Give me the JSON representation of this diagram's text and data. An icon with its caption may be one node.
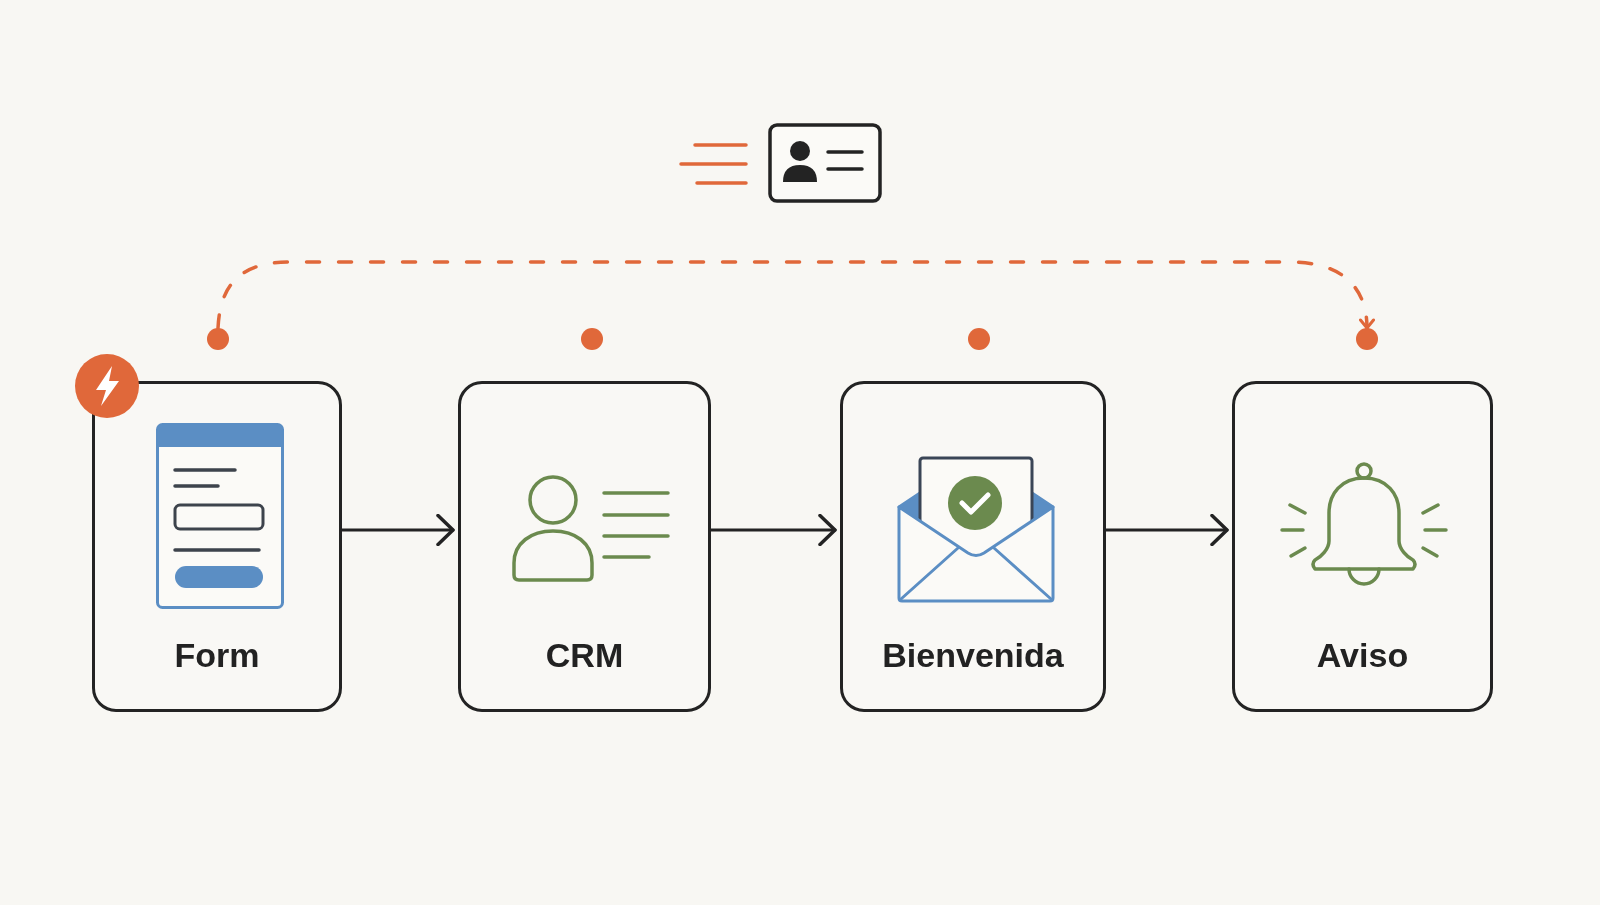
{
  "diagram": {
    "nodes": [
      {
        "text": [],
        "shape": "circle"
      },
      {
        "text": [],
        "shape": "circle"
      },
      {
        "text": [],
        "shape": "circle"
      },
      {
        "text": [],
        "shape": "circle"
      },
      {
        "text": [
          "Form"
        ]
      },
      {
        "text": [
          "CRM"
        ]
      },
      {
        "text": [
          "Bienvenida"
        ]
      },
      {
        "text": [
          "Aviso"
        ]
      }
    ],
    "edges": [
      {
        "from": 0,
        "to": 3,
        "arrow": "to",
        "style": "dashed",
        "color": "#e0683a"
      },
      {
        "from": 4,
        "to": 5,
        "arrow": "to"
      },
      {
        "from": 5,
        "to": 6,
        "arrow": "to"
      },
      {
        "from": 6,
        "to": 7,
        "arrow": "to"
      }
    ]
  }
}
